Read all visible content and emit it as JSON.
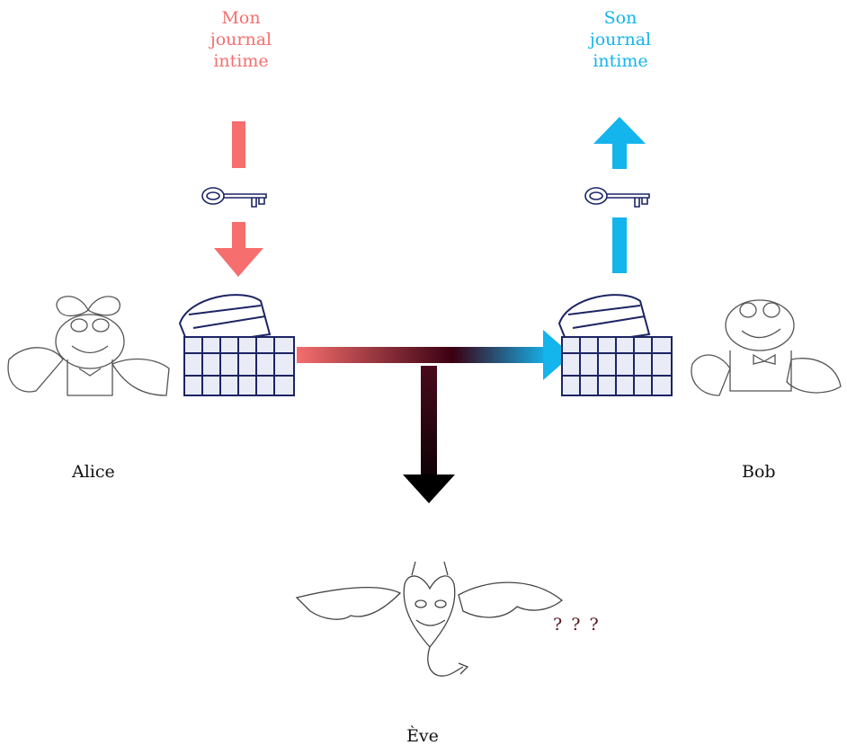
{
  "left_message": {
    "lines": [
      "Mon",
      "journal",
      "intime"
    ],
    "color": "#f66e6e"
  },
  "right_message": {
    "lines": [
      "Son",
      "journal",
      "intime"
    ],
    "color": "#14b4ec"
  },
  "alice": {
    "name": "Alice"
  },
  "bob": {
    "name": "Bob"
  },
  "eve": {
    "name": "Ève",
    "question": "? ? ?"
  },
  "colors": {
    "alice": "#f66e6e",
    "bob": "#14b4ec",
    "eve": "#1a0008",
    "sketch": "#1c2463"
  },
  "icons": [
    "key-icon",
    "treasure-chest-icon",
    "frog-alice-icon",
    "frog-bob-icon",
    "bat-devil-icon"
  ]
}
